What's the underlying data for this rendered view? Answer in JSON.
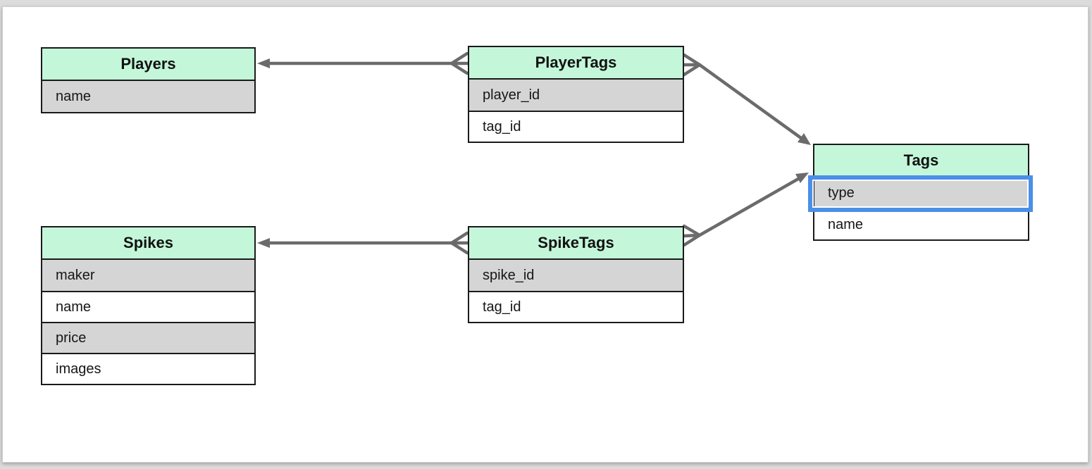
{
  "colors": {
    "page_bg": "#dcdcdc",
    "canvas_bg": "#ffffff",
    "header_green": "#c4f7da",
    "row_white": "#ffffff",
    "row_gray": "#d5d5d5",
    "table_border": "#1a1a1a",
    "arrow_gray": "#6b6b6b",
    "selection_blue": "#4a8fe8"
  },
  "tables": {
    "players": {
      "title": "Players",
      "fields": [
        "name"
      ]
    },
    "player_tags": {
      "title": "PlayerTags",
      "fields": [
        "player_id",
        "tag_id"
      ]
    },
    "tags": {
      "title": "Tags",
      "fields": [
        "type",
        "name"
      ]
    },
    "spikes": {
      "title": "Spikes",
      "fields": [
        "maker",
        "name",
        "price",
        "images"
      ]
    },
    "spike_tags": {
      "title": "SpikeTags",
      "fields": [
        "spike_id",
        "tag_id"
      ]
    }
  },
  "selection": {
    "table": "Tags",
    "field": "type"
  },
  "relationships": [
    {
      "from_table": "PlayerTags",
      "to_table": "Players",
      "from_marker": "crow-foot",
      "to_marker": "arrow"
    },
    {
      "from_table": "PlayerTags",
      "to_table": "Tags",
      "from_marker": "crow-foot",
      "to_marker": "arrow"
    },
    {
      "from_table": "SpikeTags",
      "to_table": "Spikes",
      "from_marker": "crow-foot",
      "to_marker": "arrow"
    },
    {
      "from_table": "SpikeTags",
      "to_table": "Tags",
      "from_marker": "crow-foot",
      "to_marker": "arrow"
    }
  ]
}
